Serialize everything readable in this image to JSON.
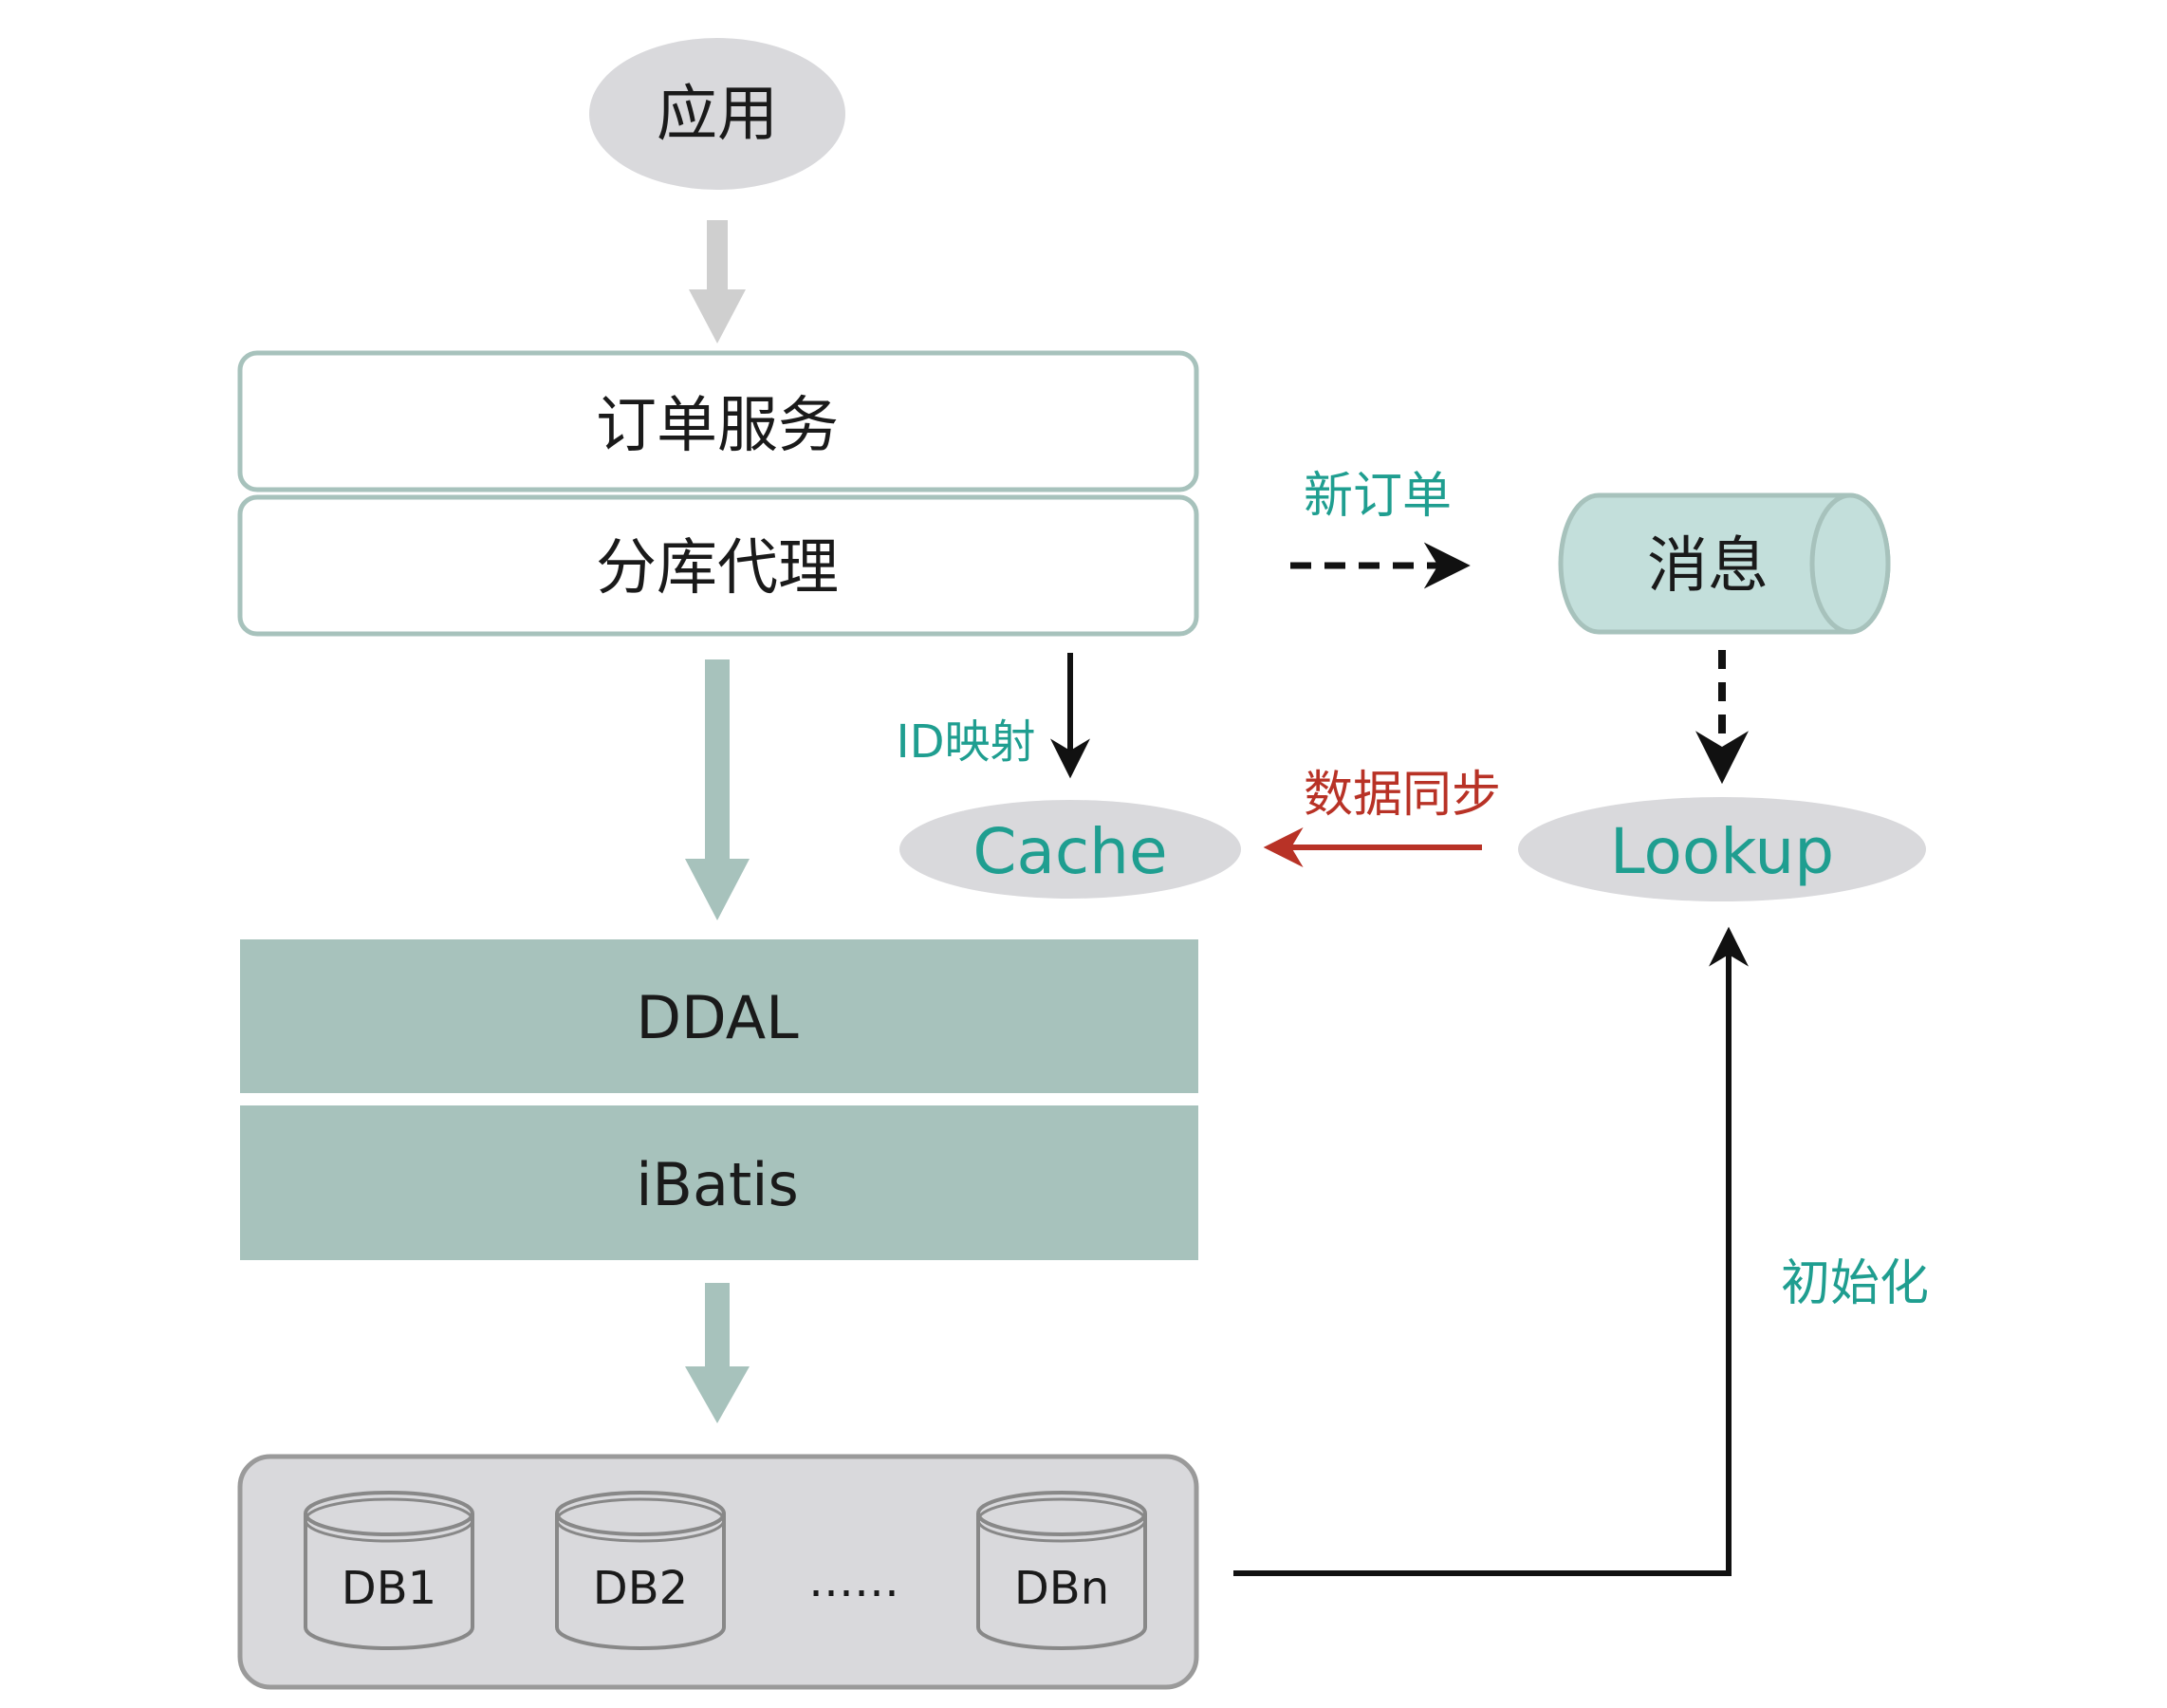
{
  "nodes": {
    "app": "应用",
    "order_service": "订单服务",
    "shard_proxy": "分库代理",
    "message": "消息",
    "cache": "Cache",
    "lookup": "Lookup",
    "ddal": "DDAL",
    "ibatis": "iBatis",
    "db1": "DB1",
    "db2": "DB2",
    "ellipsis": "……",
    "dbn": "DBn"
  },
  "edges": {
    "new_order": "新订单",
    "id_mapping": "ID映射",
    "data_sync": "数据同步",
    "init": "初始化"
  },
  "colors": {
    "teal_text": "#1f9e90",
    "red_text": "#b83226",
    "teal_fill": "#a7c2bc",
    "cyl_fill": "#c3dfdb",
    "gray_fill": "#d9d9dc",
    "gray_arrow": "#cfcfcf",
    "teal_arrow": "#a7c2bc"
  }
}
